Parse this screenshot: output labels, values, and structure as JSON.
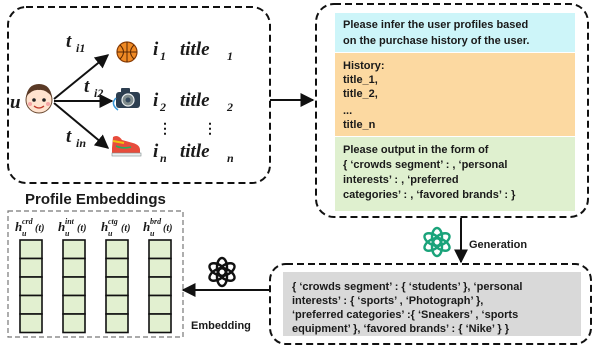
{
  "history_panel": {
    "user": "u",
    "time_labels": [
      "t",
      "t",
      "t"
    ],
    "time_subs": [
      "i1",
      "i2",
      "in"
    ],
    "items": [
      {
        "item": "i",
        "item_sub": "1",
        "title": "title",
        "title_sub": "1",
        "icon": "basketball-icon"
      },
      {
        "item": "i",
        "item_sub": "2",
        "title": "title",
        "title_sub": "2",
        "icon": "camera-icon"
      },
      {
        "item": "i",
        "item_sub": "n",
        "title": "title",
        "title_sub": "n",
        "icon": "sneaker-icon"
      }
    ],
    "ellipsis": "⋮"
  },
  "prompt_box": {
    "instruction": [
      "Please infer the user profiles based",
      "on the purchase history of the user."
    ],
    "history_lines": [
      "History:",
      "title_1,",
      "title_2,",
      "...",
      "title_n"
    ],
    "format_lines": [
      "Please output in the form of",
      "{ ‘crowds segment’ : ,  ‘personal",
      "interests’ : ,    ‘preferred",
      "categories’ : ,   ‘favored brands’ : }"
    ],
    "colors": {
      "instruction": "#cdf5f9",
      "history": "#fcd9a1",
      "format": "#dff0cf"
    }
  },
  "generation": {
    "label": "Generation",
    "icon": "openai-icon"
  },
  "output_box": {
    "lines": [
      "{  ‘crowds segment’ : { ‘students’ },   ‘personal",
      "interests’ : { ‘sports’ ,  ‘Photograph’ },",
      "‘preferred categories’ :{ ‘Sneakers’ ,  ‘sports",
      "equipment’ },  ‘favored brands’ : { ‘Nike’ } }"
    ],
    "color": "#d9d9d9"
  },
  "embedding": {
    "label": "Embedding",
    "icon": "openai-icon"
  },
  "profile_embeddings": {
    "title": "Profile Embeddings",
    "h": "h",
    "u": "u",
    "arg": "(t)",
    "superscripts": [
      "crd",
      "int",
      "ctg",
      "brd"
    ],
    "cell_color": "#e2f0d0"
  }
}
